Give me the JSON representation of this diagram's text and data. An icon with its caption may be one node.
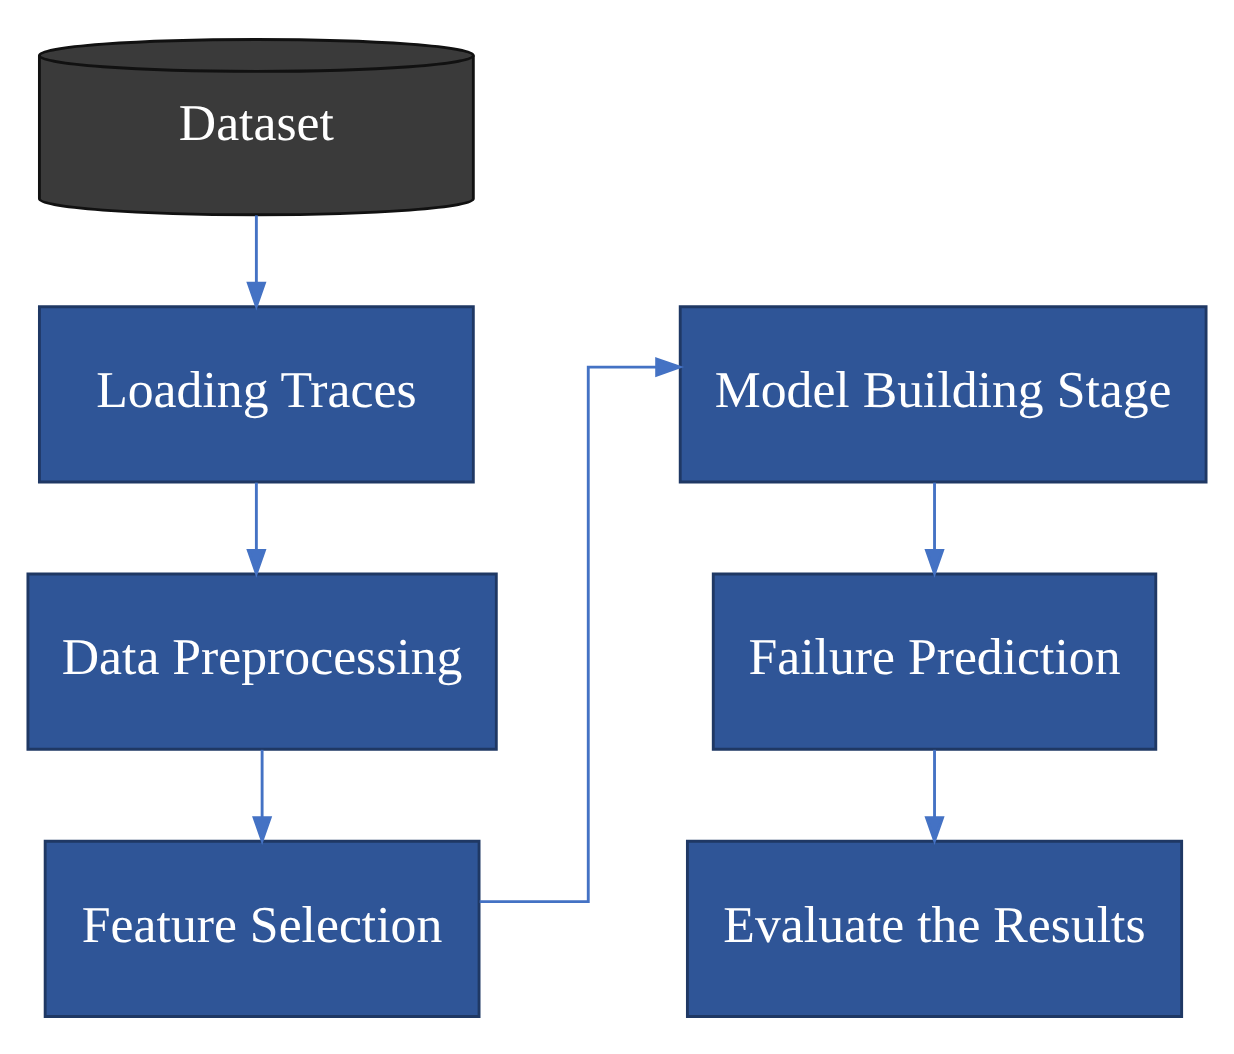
{
  "diagram": {
    "nodes": [
      {
        "text": [
          "Dataset"
        ]
      },
      {
        "text": [
          "Loading Traces"
        ]
      },
      {
        "text": [
          "Data Preprocessing"
        ]
      },
      {
        "text": [
          "Feature Selection"
        ]
      },
      {
        "text": [
          "Model Building Stage"
        ]
      },
      {
        "text": [
          "Failure Prediction"
        ]
      },
      {
        "text": [
          "Evaluate the Results"
        ]
      }
    ],
    "edges": [
      {
        "from": 0,
        "to": 1,
        "arrow": "to"
      },
      {
        "from": 1,
        "to": 2,
        "arrow": "to"
      },
      {
        "from": 2,
        "to": 3,
        "arrow": "to"
      },
      {
        "from": 3,
        "to": 4,
        "arrow": "to"
      },
      {
        "from": 4,
        "to": 5,
        "arrow": "to"
      },
      {
        "from": 5,
        "to": 6,
        "arrow": "to"
      }
    ]
  }
}
